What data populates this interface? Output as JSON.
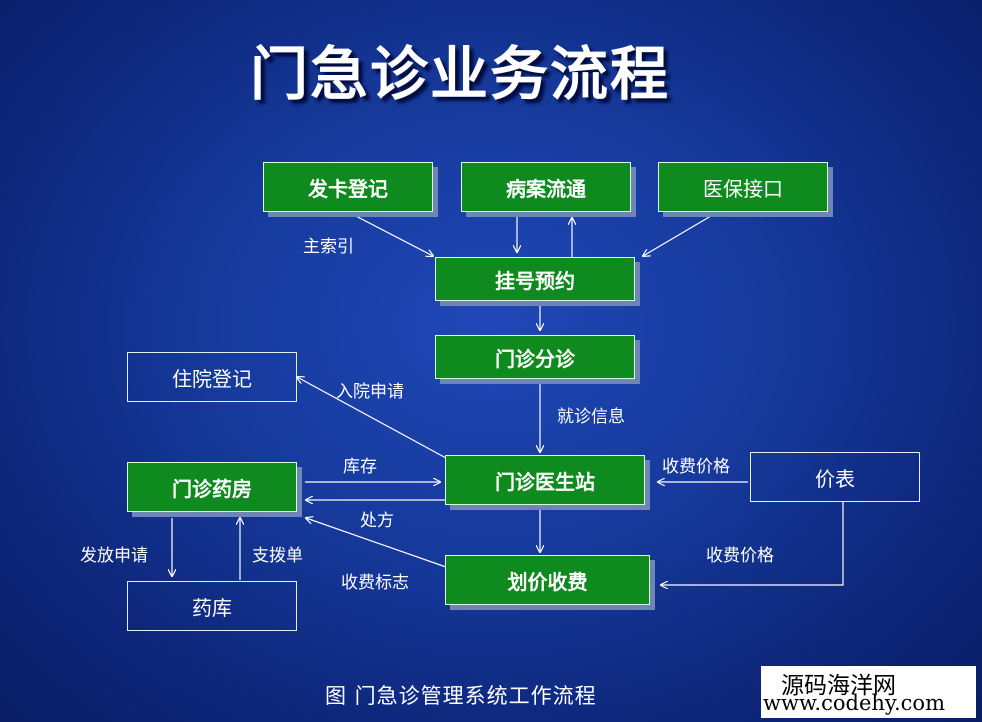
{
  "title": "门急诊业务流程",
  "nodes": {
    "card_register": "发卡登记",
    "case_circulation": "病案流通",
    "insurance_interface": "医保接口",
    "registration": "挂号预约",
    "triage": "门诊分诊",
    "inpatient_register": "住院登记",
    "pharmacy": "门诊药房",
    "doctor_station": "门诊医生站",
    "price_table": "价表",
    "warehouse": "药库",
    "billing": "划价收费"
  },
  "edge_labels": {
    "main_index": "主索引",
    "admission_request": "入院申请",
    "visit_info": "就诊信息",
    "inventory": "库存",
    "fee_price_1": "收费价格",
    "prescription": "处方",
    "dispense_request": "发放申请",
    "allocation_slip": "支拨单",
    "fee_mark": "收费标志",
    "fee_price_2": "收费价格"
  },
  "caption": "图    门急诊管理系统工作流程",
  "watermark": {
    "line1": "源码海洋网",
    "line2": "www.codehy.com"
  },
  "colors": {
    "background": "#163a9c",
    "node_green": "#0f8a1e",
    "text": "#ffffff"
  }
}
